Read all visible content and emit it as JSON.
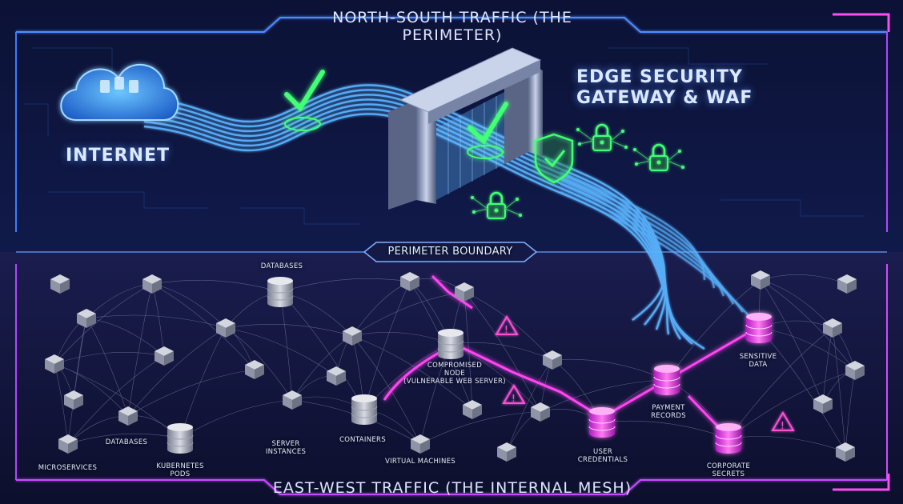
{
  "header": {
    "title": "NORTH-SOUTH TRAFFIC (THE PERIMETER)"
  },
  "footer": {
    "title": "EAST-WEST TRAFFIC (THE INTERNAL MESH)"
  },
  "perimeter": {
    "internet_label": "INTERNET",
    "gateway_label_line1": "EDGE SECURITY",
    "gateway_label_line2": "GATEWAY & WAF",
    "boundary_label": "PERIMETER BOUNDARY"
  },
  "mesh_labels": {
    "databases_top": "DATABASES",
    "databases_bottom": "DATABASES",
    "compromised_line1": "COMPROMISED",
    "compromised_line2": "NODE",
    "compromised_line3": "(VULNERABLE WEB SERVER)",
    "server_line1": "SERVER",
    "server_line2": "INSTANCES",
    "containers": "CONTAINERS",
    "virtual_machines": "VIRTUAL MACHINES",
    "microservices": "MICROSERVICES",
    "k8s_line1": "KUBERNETES",
    "k8s_line2": "PODS",
    "user_cred_line1": "USER",
    "user_cred_line2": "CREDENTIALS",
    "payment_line1": "PAYMENT",
    "payment_line2": "RECORDS",
    "sensitive_line1": "SENSITIVE",
    "sensitive_line2": "DATA",
    "corporate_line1": "CORPORATE",
    "corporate_line2": "SECRETS"
  },
  "colors": {
    "background": "#0b1030",
    "perimeter_accent": "#3aa0ff",
    "mesh_accent": "#ff3df0",
    "secure_green": "#38f06a",
    "warning": "#ff4fd8"
  },
  "icons": [
    "cloud-icon",
    "checkmark-icon",
    "shield-icon",
    "padlock-icon",
    "warning-icon",
    "database-icon",
    "cube-icon"
  ]
}
